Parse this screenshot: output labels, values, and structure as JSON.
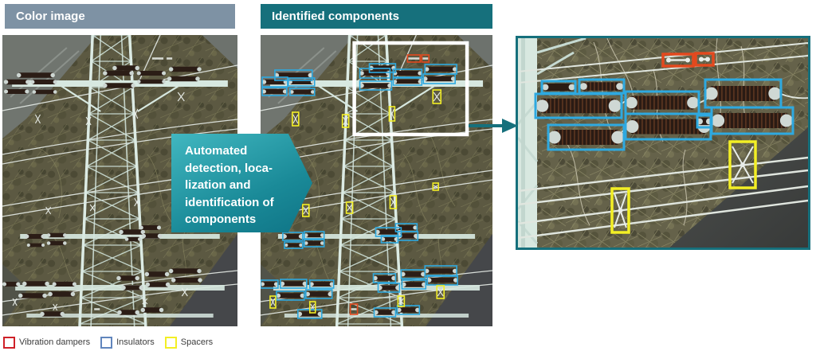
{
  "panels": {
    "left": {
      "header": "Color image"
    },
    "middle": {
      "header": "Identified components"
    },
    "zoom": {
      "description": "zoomed-detection-crop"
    }
  },
  "callout": {
    "lines": [
      "Automated",
      "detection, loca-",
      "lization and",
      "identification of",
      "components"
    ]
  },
  "legend": {
    "items": [
      {
        "label": "Vibration dampers",
        "type": "damper",
        "color": "#cf2128"
      },
      {
        "label": "Insulators",
        "type": "insulator",
        "color": "#6186bd"
      },
      {
        "label": "Spacers",
        "type": "spacer",
        "color": "#f3ef25"
      }
    ]
  },
  "colors": {
    "accent_teal": "#16707c",
    "header_gray": "#7e92a4",
    "box_blue": "#2ea9e0",
    "box_yellow": "#f3ef25",
    "box_red": "#e3491e",
    "highlight_white": "#ffffff"
  },
  "detections": {
    "middle": {
      "highlight_rect": [
        118,
        10,
        142,
        115
      ],
      "insulators": [
        [
          18,
          44,
          47,
          13
        ],
        [
          2,
          53,
          32,
          12
        ],
        [
          35,
          54,
          33,
          10
        ],
        [
          2,
          66,
          31,
          10
        ],
        [
          37,
          67,
          31,
          9
        ],
        [
          125,
          42,
          38,
          12
        ],
        [
          137,
          36,
          33,
          11
        ],
        [
          167,
          43,
          36,
          10
        ],
        [
          207,
          37,
          40,
          12
        ],
        [
          205,
          49,
          40,
          12
        ],
        [
          167,
          54,
          36,
          9
        ],
        [
          125,
          58,
          40,
          11
        ],
        [
          28,
          248,
          25,
          10
        ],
        [
          55,
          247,
          25,
          9
        ],
        [
          30,
          260,
          23,
          8
        ],
        [
          55,
          257,
          25,
          9
        ],
        [
          145,
          242,
          32,
          11
        ],
        [
          170,
          237,
          27,
          10
        ],
        [
          152,
          252,
          21,
          9
        ],
        [
          173,
          247,
          25,
          11
        ],
        [
          0,
          308,
          22,
          10
        ],
        [
          25,
          307,
          33,
          11
        ],
        [
          62,
          308,
          30,
          10
        ],
        [
          20,
          322,
          35,
          11
        ],
        [
          57,
          320,
          33,
          11
        ],
        [
          47,
          345,
          30,
          11
        ],
        [
          142,
          300,
          28,
          11
        ],
        [
          177,
          295,
          30,
          11
        ],
        [
          207,
          290,
          40,
          13
        ],
        [
          178,
          308,
          30,
          11
        ],
        [
          210,
          302,
          38,
          12
        ],
        [
          148,
          312,
          27,
          11
        ],
        [
          143,
          343,
          27,
          11
        ],
        [
          172,
          340,
          28,
          11
        ]
      ],
      "spacers": [
        [
          40,
          97,
          8,
          17
        ],
        [
          103,
          100,
          8,
          16
        ],
        [
          162,
          90,
          7,
          18
        ],
        [
          217,
          69,
          10,
          17
        ],
        [
          53,
          213,
          8,
          15
        ],
        [
          108,
          210,
          8,
          14
        ],
        [
          163,
          202,
          8,
          16
        ],
        [
          217,
          186,
          7,
          9
        ],
        [
          12,
          328,
          7,
          15
        ],
        [
          62,
          335,
          7,
          14
        ],
        [
          173,
          328,
          8,
          13
        ],
        [
          222,
          315,
          9,
          16
        ]
      ],
      "dampers": [
        [
          185,
          25,
          16,
          9
        ],
        [
          203,
          25,
          9,
          9
        ],
        [
          113,
          338,
          9,
          13
        ]
      ]
    },
    "zoom": {
      "insulators": [
        [
          30,
          54,
          42,
          15
        ],
        [
          77,
          52,
          56,
          17
        ],
        [
          22,
          70,
          108,
          30
        ],
        [
          135,
          67,
          92,
          28
        ],
        [
          235,
          52,
          95,
          35
        ],
        [
          243,
          87,
          102,
          33
        ],
        [
          38,
          109,
          95,
          31
        ],
        [
          135,
          95,
          107,
          32
        ],
        [
          225,
          97,
          18,
          15
        ]
      ],
      "spacers": [
        [
          266,
          130,
          32,
          58
        ],
        [
          118,
          189,
          21,
          55
        ]
      ],
      "dampers": [
        [
          182,
          20,
          38,
          15
        ],
        [
          223,
          19,
          22,
          15
        ]
      ]
    }
  }
}
